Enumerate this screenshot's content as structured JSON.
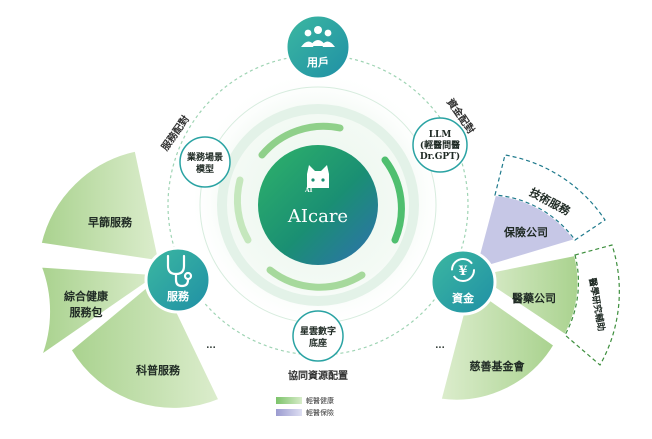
{
  "center": {
    "name": "AIcare"
  },
  "nodes": {
    "user": {
      "label": "用戶"
    },
    "service": {
      "label": "服務"
    },
    "fund": {
      "label": "資金"
    }
  },
  "inner_circles": {
    "business_model": {
      "lines": [
        "業務場景",
        "模型"
      ]
    },
    "llm": {
      "lines": [
        "LLM",
        "(輕醫問醫",
        "Dr.GPT)"
      ]
    },
    "digital_base": {
      "lines": [
        "星雲數字",
        "底座"
      ]
    }
  },
  "arc_labels": {
    "service_match": "服務配對",
    "fund_match": "資金配對",
    "resource": "協同資源配置"
  },
  "left_sectors": {
    "screening": "早篩服務",
    "package": [
      "綜合健康",
      "服務包"
    ],
    "science": "科普服務",
    "more": "..."
  },
  "right_sectors": {
    "insurance": "保險公司",
    "tech_service": "技術服務",
    "pharma": "醫藥公司",
    "research": "醫學研究輔助",
    "charity": "慈善基金會",
    "more": "..."
  },
  "legend": [
    {
      "label": "輕醫健康",
      "color": "#7cc36a"
    },
    {
      "label": "輕醫保險",
      "color": "#b4b4dc"
    }
  ],
  "colors": {
    "green_dark": "#1d9b55",
    "teal": "#2aa3a3",
    "sector_green": "#c9e2b3",
    "sector_lilac": "#c6c7e6"
  }
}
